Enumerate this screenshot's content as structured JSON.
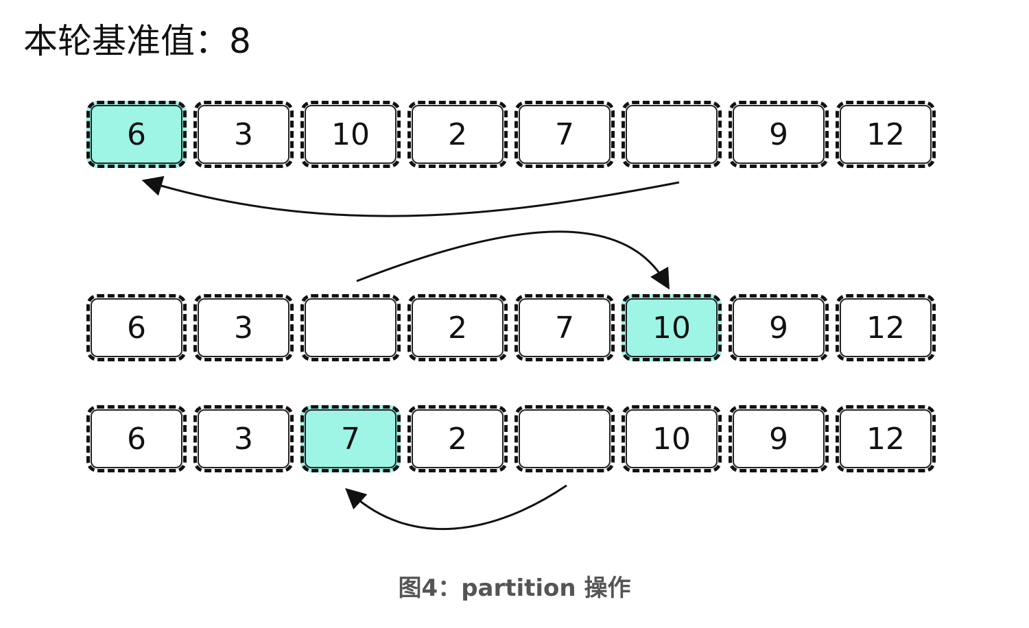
{
  "title": "本轮基准值：8",
  "rows": [
    {
      "cells": [
        "6",
        "3",
        "10",
        "2",
        "7",
        "",
        "9",
        "12"
      ],
      "highlight": [
        true,
        false,
        false,
        false,
        false,
        false,
        false,
        false
      ]
    },
    {
      "cells": [
        "6",
        "3",
        "",
        "2",
        "7",
        "10",
        "9",
        "12"
      ],
      "highlight": [
        false,
        false,
        false,
        false,
        false,
        true,
        false,
        false
      ]
    },
    {
      "cells": [
        "6",
        "3",
        "7",
        "2",
        "",
        "10",
        "9",
        "12"
      ],
      "highlight": [
        false,
        false,
        true,
        false,
        false,
        false,
        false,
        false
      ]
    }
  ],
  "highlight_color": "#9ef5e6",
  "caption": "图4：partition 操作"
}
